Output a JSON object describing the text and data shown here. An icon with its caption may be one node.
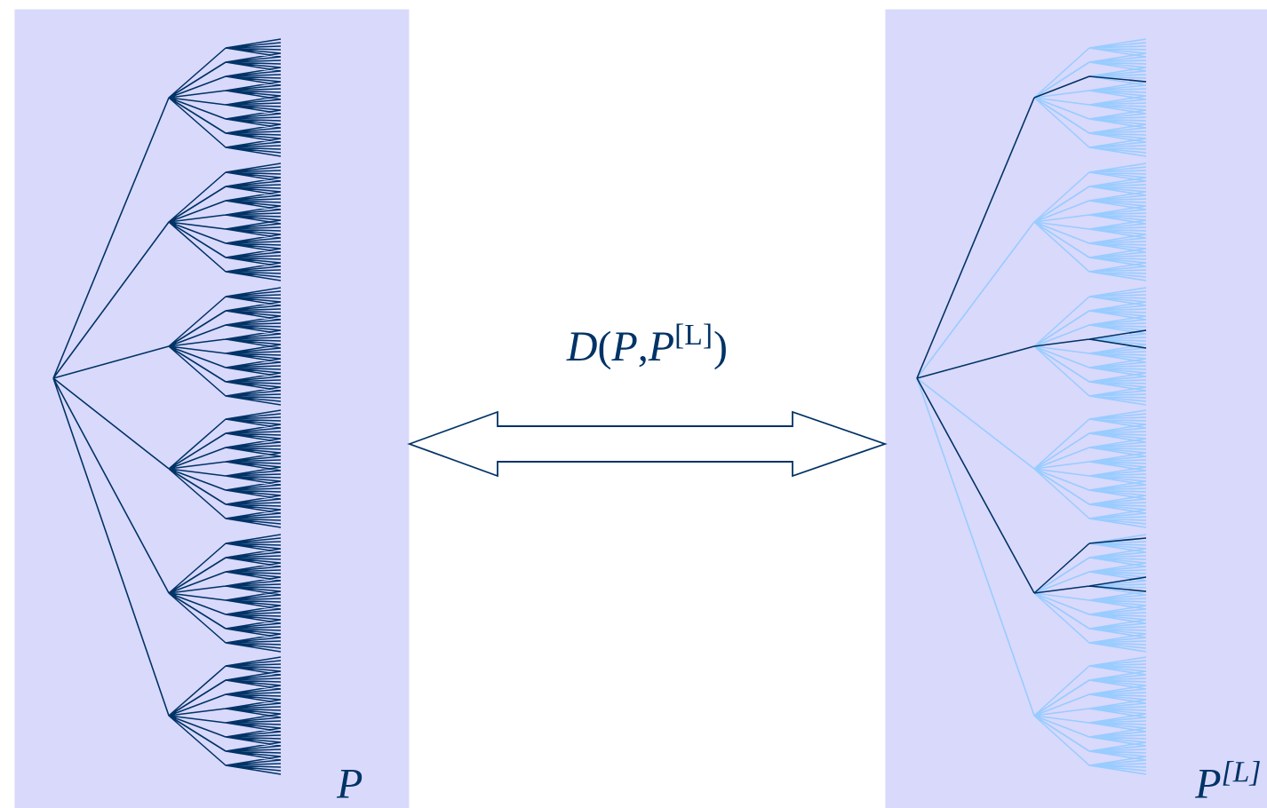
{
  "diagram": {
    "nodes": [
      {
        "text": [
          "P"
        ]
      },
      {
        "text": [
          "P$^{[L]}$"
        ]
      }
    ],
    "edges": [
      {
        "from": 0,
        "to": 1,
        "arrow": "both",
        "label": "*D*(*P*,*P*$^{[L]}$)"
      }
    ]
  }
}
